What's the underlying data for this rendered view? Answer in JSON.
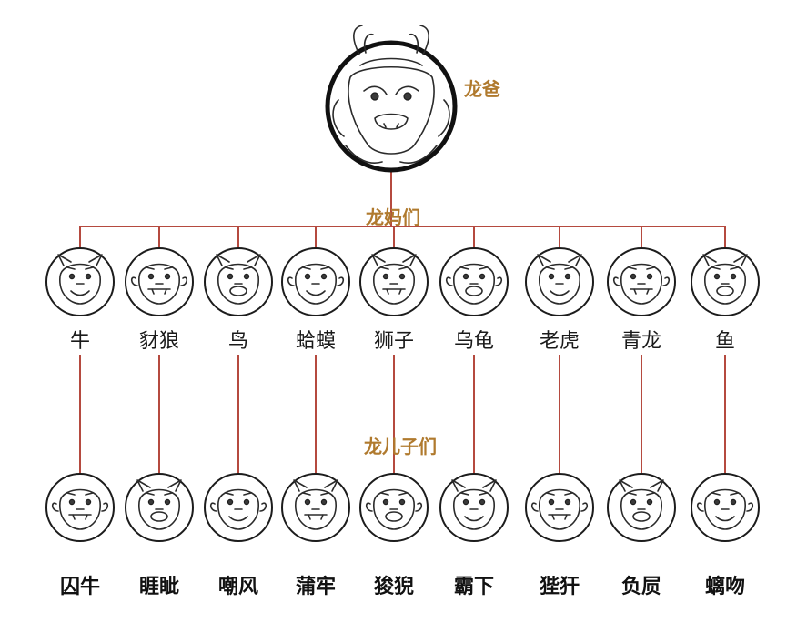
{
  "colors": {
    "connector": "#b54a3f",
    "tier_label": "#b07a2e",
    "ink": "#1a1a1a"
  },
  "father": {
    "label": "龙爸",
    "icon": "dragon-portrait"
  },
  "mothers_label": "龙妈们",
  "children_label": "龙儿子们",
  "mothers": [
    {
      "label": "牛",
      "icon": "ox-portrait"
    },
    {
      "label": "豺狼",
      "icon": "wolf-portrait"
    },
    {
      "label": "鸟",
      "icon": "bird-portrait"
    },
    {
      "label": "蛤蟆",
      "icon": "toad-portrait"
    },
    {
      "label": "狮子",
      "icon": "lion-portrait"
    },
    {
      "label": "乌龟",
      "icon": "turtle-portrait"
    },
    {
      "label": "老虎",
      "icon": "tiger-portrait"
    },
    {
      "label": "青龙",
      "icon": "azure-dragon-portrait"
    },
    {
      "label": "鱼",
      "icon": "fish-portrait"
    }
  ],
  "children": [
    {
      "label": "囚牛",
      "icon": "qiuniu-portrait"
    },
    {
      "label": "睚眦",
      "icon": "yazi-portrait"
    },
    {
      "label": "嘲风",
      "icon": "chaofeng-portrait"
    },
    {
      "label": "蒲牢",
      "icon": "pulao-portrait"
    },
    {
      "label": "狻猊",
      "icon": "suanni-portrait"
    },
    {
      "label": "霸下",
      "icon": "baxia-portrait"
    },
    {
      "label": "狴犴",
      "icon": "bian-portrait"
    },
    {
      "label": "负屃",
      "icon": "fuxi-portrait"
    },
    {
      "label": "螭吻",
      "icon": "chiwen-portrait"
    }
  ]
}
